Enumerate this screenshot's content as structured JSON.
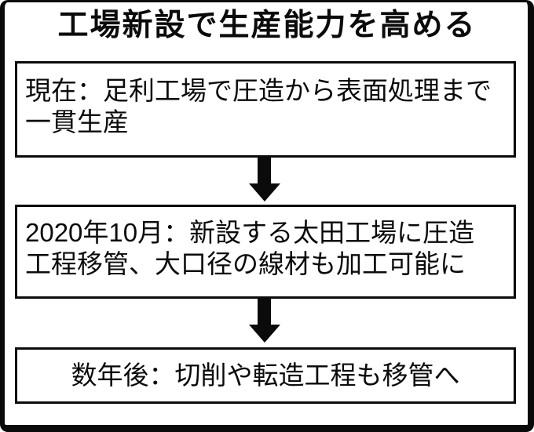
{
  "diagram": {
    "title": "工場新設で生産能力を高める",
    "colors": {
      "ink": "#0b0b0b",
      "background": "#ffffff"
    },
    "steps": [
      {
        "id": "current",
        "label": "現在：足利工場で圧造から表面処理まで\n一貫生産"
      },
      {
        "id": "october-2020",
        "label": "2020年10月：新設する太田工場に圧造\n工程移管、大口径の線材も加工可能に"
      },
      {
        "id": "few-years-later",
        "label": "数年後：切削や転造工程も移管へ"
      }
    ]
  }
}
